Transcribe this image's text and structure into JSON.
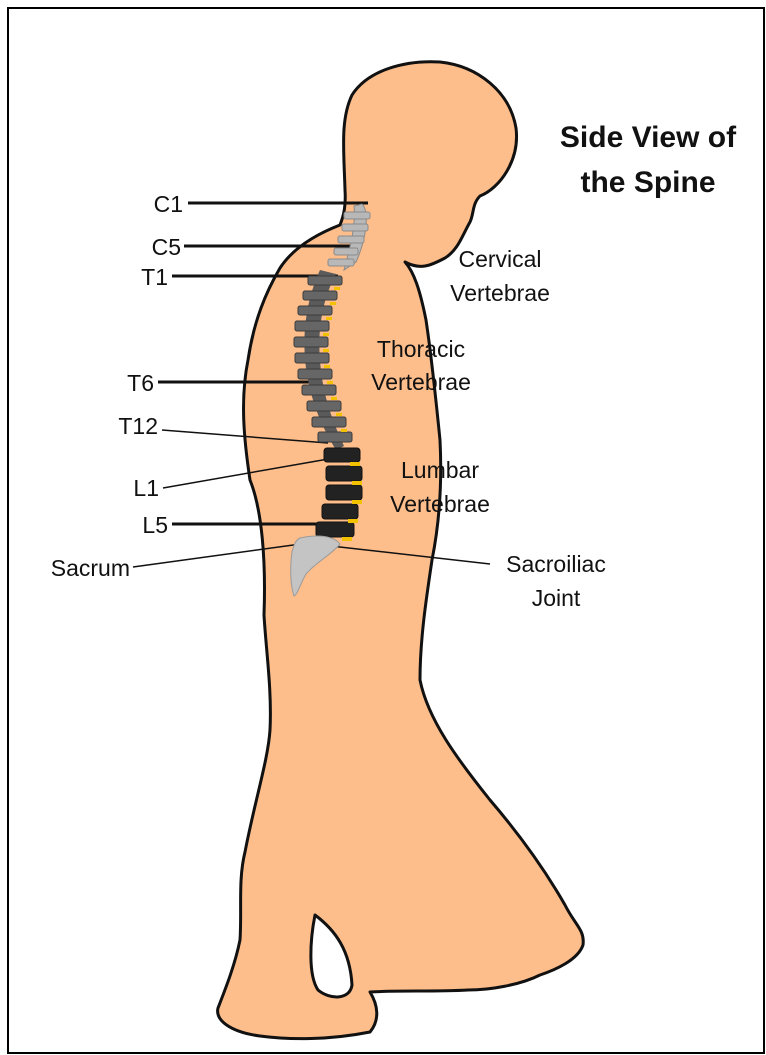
{
  "title_lines": [
    "Side View of",
    "the Spine"
  ],
  "vertebra_labels": {
    "c1": "C1",
    "c5": "C5",
    "t1": "T1",
    "t6": "T6",
    "t12": "T12",
    "l1": "L1",
    "l5": "L5",
    "sacrum": "Sacrum"
  },
  "region_labels": {
    "cervical": [
      "Cervical",
      "Vertebrae"
    ],
    "thoracic": [
      "Thoracic",
      "Vertebrae"
    ],
    "lumbar": [
      "Lumbar",
      "Vertebrae"
    ],
    "sacroiliac": [
      "Sacroiliac",
      "Joint"
    ]
  },
  "colors": {
    "body_fill": "#FDBE8C",
    "outline": "#111111",
    "cervical_bone": "#B8B8B8",
    "thoracic_bone": "#5A5A5A",
    "lumbar_bone": "#222222",
    "disc": "#F2C200",
    "sacrum_bone": "#C4C4C4"
  }
}
